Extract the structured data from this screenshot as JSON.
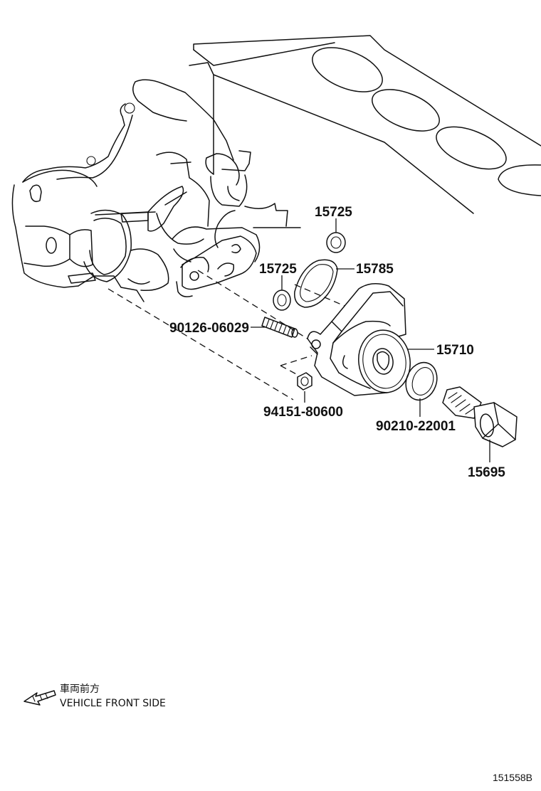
{
  "parts": [
    {
      "id": "p15725a",
      "number": "15725"
    },
    {
      "id": "p15725b",
      "number": "15725"
    },
    {
      "id": "p15785",
      "number": "15785"
    },
    {
      "id": "p9012606029",
      "number": "90126-06029"
    },
    {
      "id": "p15710",
      "number": "15710"
    },
    {
      "id": "p9415180600",
      "number": "94151-80600"
    },
    {
      "id": "p9021022001",
      "number": "90210-22001"
    },
    {
      "id": "p15695",
      "number": "15695"
    }
  ],
  "legend": {
    "japanese": "車両前方",
    "english": "VEHICLE FRONT SIDE",
    "arrow_icon": "left-arrow-icon"
  },
  "figure_id": "151558B"
}
